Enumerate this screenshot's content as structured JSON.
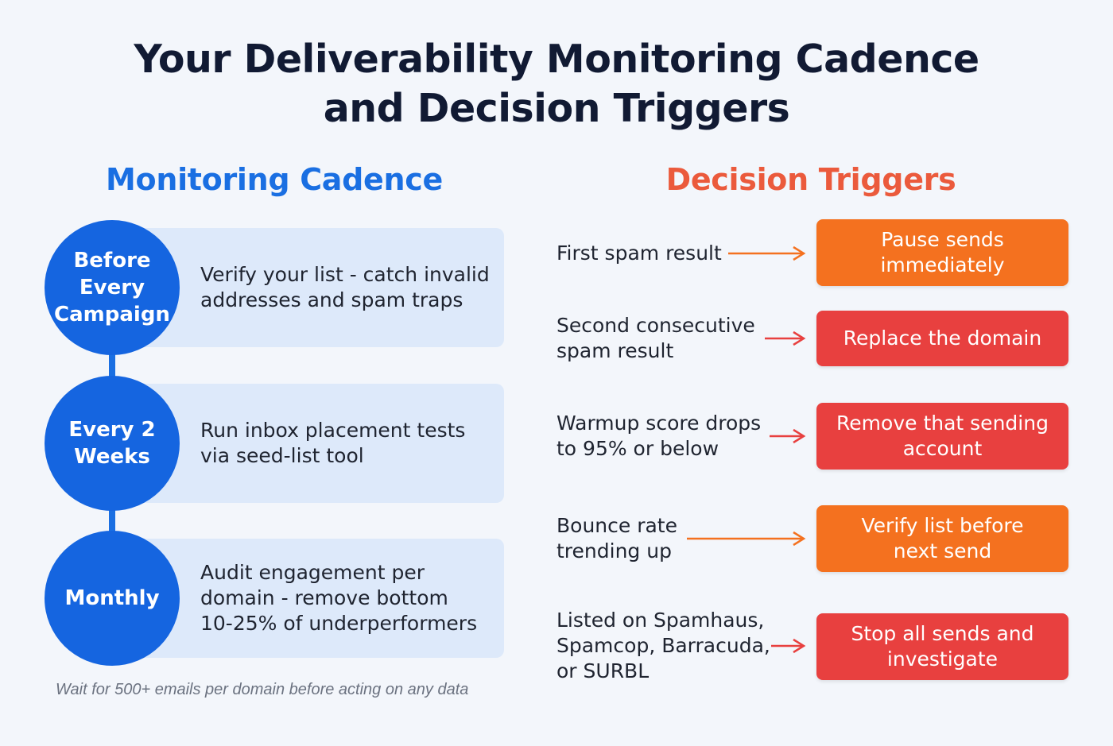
{
  "title": {
    "line1": "Your Deliverability Monitoring Cadence",
    "line2": "and Decision Triggers"
  },
  "monitoring": {
    "heading": "Monitoring Cadence",
    "heading_color": "#1a6fe2",
    "steps": [
      {
        "label": [
          "Before",
          "Every",
          "Campaign"
        ],
        "text": [
          "Verify your list - catch invalid",
          "addresses and spam traps"
        ]
      },
      {
        "label": [
          "Every 2",
          "Weeks"
        ],
        "text": [
          "Run inbox placement tests",
          "via seed-list tool"
        ]
      },
      {
        "label": [
          "Monthly"
        ],
        "text": [
          "Audit engagement per",
          "domain - remove bottom",
          "10-25% of underperformers"
        ]
      }
    ],
    "note": "Wait for 500+ emails per domain before acting on any data"
  },
  "decisions": {
    "heading": "Decision Triggers",
    "heading_color": "#eb5a3c",
    "orange_color": "#f4711f",
    "red_color": "#e8403f",
    "triggers": [
      {
        "condition": [
          "First spam result"
        ],
        "action": [
          "Pause sends",
          "immediately"
        ],
        "color": "orange"
      },
      {
        "condition": [
          "Second consecutive",
          "spam result"
        ],
        "action": [
          "Replace the domain"
        ],
        "color": "red"
      },
      {
        "condition": [
          "Warmup score drops",
          "to 95% or below"
        ],
        "action": [
          "Remove that sending",
          "account"
        ],
        "color": "red"
      },
      {
        "condition": [
          "Bounce rate",
          "trending up"
        ],
        "action": [
          "Verify list before",
          "next send"
        ],
        "color": "orange"
      },
      {
        "condition": [
          "Listed on Spamhaus,",
          "Spamcop, Barracuda,",
          "or SURBL"
        ],
        "action": [
          "Stop all sends and",
          "investigate"
        ],
        "color": "red"
      }
    ]
  }
}
